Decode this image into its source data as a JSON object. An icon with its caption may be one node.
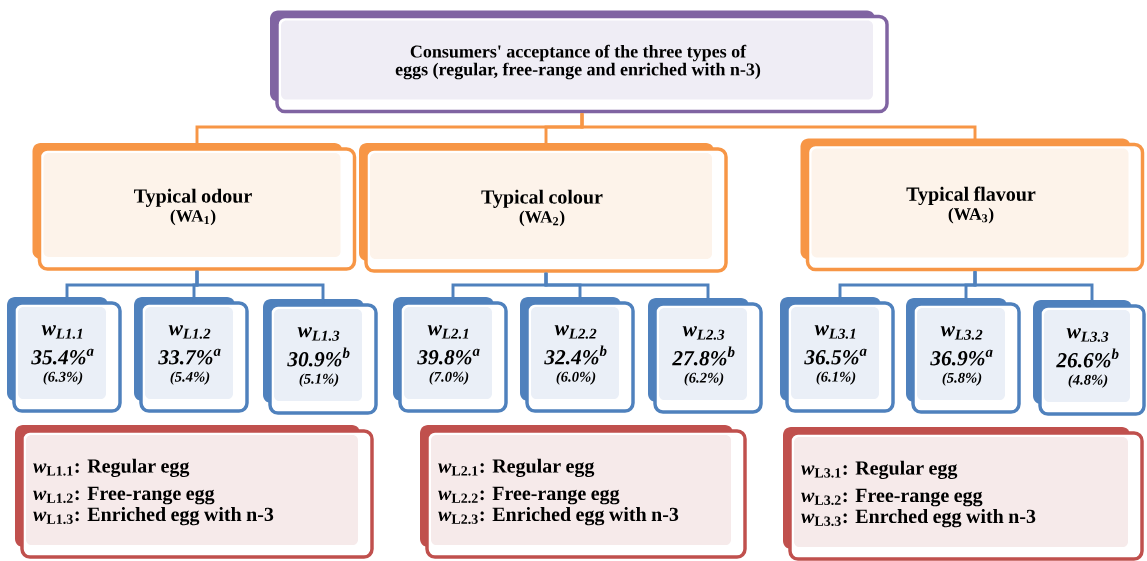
{
  "diagram": {
    "nodes": [
      {
        "text": [
          "Consumers' acceptance of the three types of eggs (regular, free-range and enriched with n-3)"
        ]
      },
      {
        "text": [
          "Typical odour",
          "(WA$_{1}$)"
        ]
      },
      {
        "text": [
          "Typical colour",
          "(WA$_{2}$)"
        ]
      },
      {
        "text": [
          "Typical flavour",
          "(WA$_{3}$)"
        ]
      },
      {
        "text": [
          "*w*$_{L1.1}$",
          "35.4%$^{a}$",
          "(6.3%)"
        ]
      },
      {
        "text": [
          "*w*$_{L1.2}$",
          "33.7%$^{a}$",
          "(5.4%)"
        ]
      },
      {
        "text": [
          "*w*$_{L1.3}$",
          "30.9%$^{b}$",
          "(5.1%)"
        ]
      },
      {
        "text": [
          "*w*$_{L2.1}$",
          "39.8%$^{a}$",
          "(7.0%)"
        ]
      },
      {
        "text": [
          "*w*$_{L2.2}$",
          "32.4%$^{b}$",
          "(6.0%)"
        ]
      },
      {
        "text": [
          "*w*$_{L2.3}$",
          "27.8%$^{b}$",
          "(6.2%)"
        ]
      },
      {
        "text": [
          "*w*$_{L3.1}$",
          "36.5%$^{a}$",
          "(6.1%)"
        ]
      },
      {
        "text": [
          "*w*$_{L3.2}$",
          "36.9%$^{a}$",
          "(5.8%)"
        ]
      },
      {
        "text": [
          "*w*$_{L3.3}$",
          "26.6%$^{b}$",
          "(4.8%)"
        ]
      },
      {
        "text": [
          "*w*$_{L1.1}$: Regular egg",
          "*w*$_{L1.2}$: Free-range egg",
          "*w*$_{L1.3}$: Enriched egg with n-3"
        ]
      },
      {
        "text": [
          "*w*$_{L2.1}$: Regular egg",
          "*w*$_{L2.2}$: Free-range egg",
          "*w*$_{L2.3}$: Enriched egg with n-3"
        ]
      },
      {
        "text": [
          "*w*$_{L3.1}$: Regular egg",
          "*w*$_{L3.2}$: Free-range egg",
          "*w*$_{L3.3}$: Enrched egg with n-3"
        ]
      }
    ],
    "edges": [
      {
        "from": 0,
        "to": 1,
        "arrow": "none",
        "color": "#f79646"
      },
      {
        "from": 0,
        "to": 2,
        "arrow": "none",
        "color": "#f79646"
      },
      {
        "from": 0,
        "to": 3,
        "arrow": "none",
        "color": "#f79646"
      },
      {
        "from": 1,
        "to": 4,
        "arrow": "none"
      },
      {
        "from": 1,
        "to": 5,
        "arrow": "none"
      },
      {
        "from": 1,
        "to": 6,
        "arrow": "none"
      },
      {
        "from": 2,
        "to": 7,
        "arrow": "none"
      },
      {
        "from": 2,
        "to": 8,
        "arrow": "none"
      },
      {
        "from": 2,
        "to": 9,
        "arrow": "none"
      },
      {
        "from": 3,
        "to": 10,
        "arrow": "none"
      },
      {
        "from": 3,
        "to": 11,
        "arrow": "none"
      },
      {
        "from": 3,
        "to": 12,
        "arrow": "none"
      }
    ]
  }
}
